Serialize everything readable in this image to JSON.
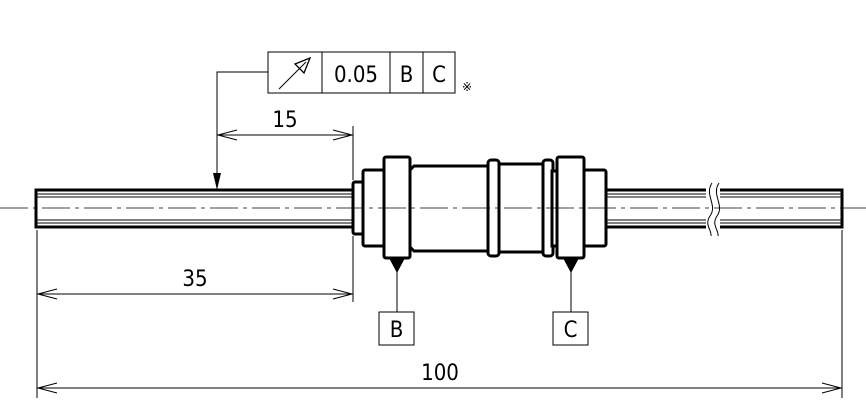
{
  "drawing": {
    "feature_control_frame": {
      "symbol": "circular-runout-icon",
      "tolerance": "0.05",
      "datum_1": "B",
      "datum_2": "C",
      "note_mark": "※"
    },
    "dimensions": {
      "runout_location": "15",
      "body_start": "35",
      "overall_length": "100"
    },
    "datums": [
      "B",
      "C"
    ]
  }
}
